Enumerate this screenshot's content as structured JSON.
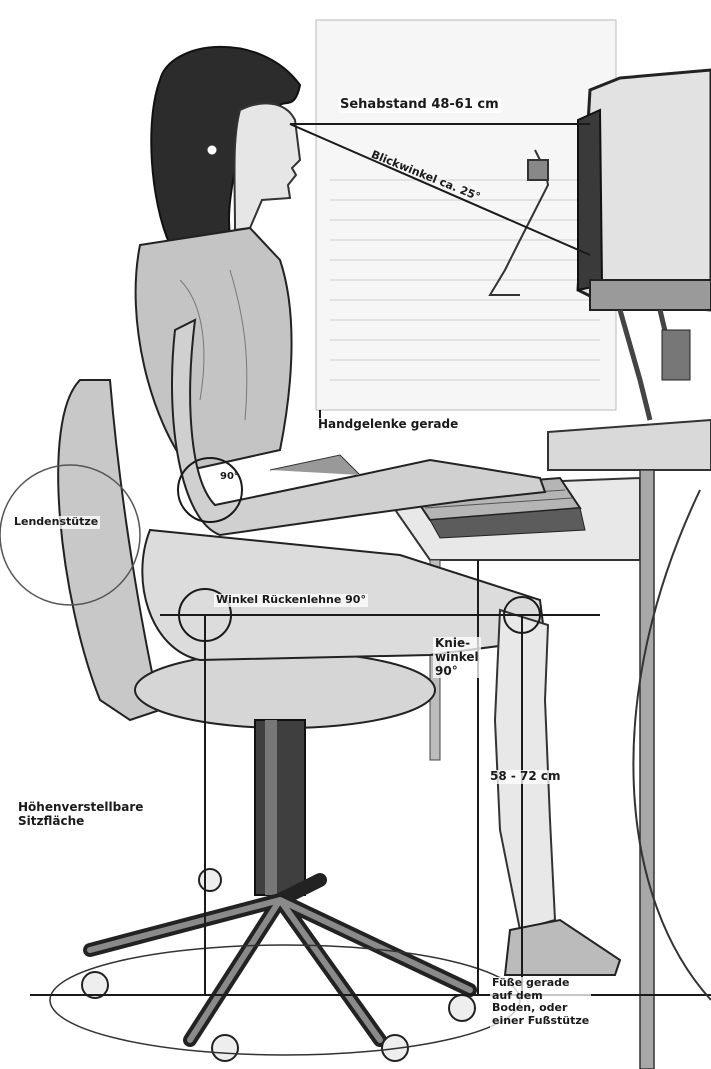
{
  "labels": {
    "view_distance": "Sehabstand 48-61 cm",
    "view_angle": "Blickwinkel ca. 25°",
    "wrists": "Handgelenke gerade",
    "lumbar": "Lendenstütze",
    "angle_back": "Winkel Rückenlehne 90°",
    "knee_angle": "Knie-\nwinkel\n90°",
    "table_height": "58 - 72 cm",
    "seat_height": "Höhenverstellbare\nSitzfläche",
    "feet": "Füße gerade\nauf dem\nBoden, oder\neiner Fußstütze",
    "elbow_angle": "90°"
  },
  "icons": [
    "monitor-icon",
    "keyboard-icon",
    "desk-lamp-icon",
    "office-chair-icon",
    "seated-person-icon"
  ],
  "colors": {
    "ink": "#1a1a1a",
    "shade": "#6e6e6e",
    "light": "#bdbdbd",
    "background": "#ffffff"
  }
}
